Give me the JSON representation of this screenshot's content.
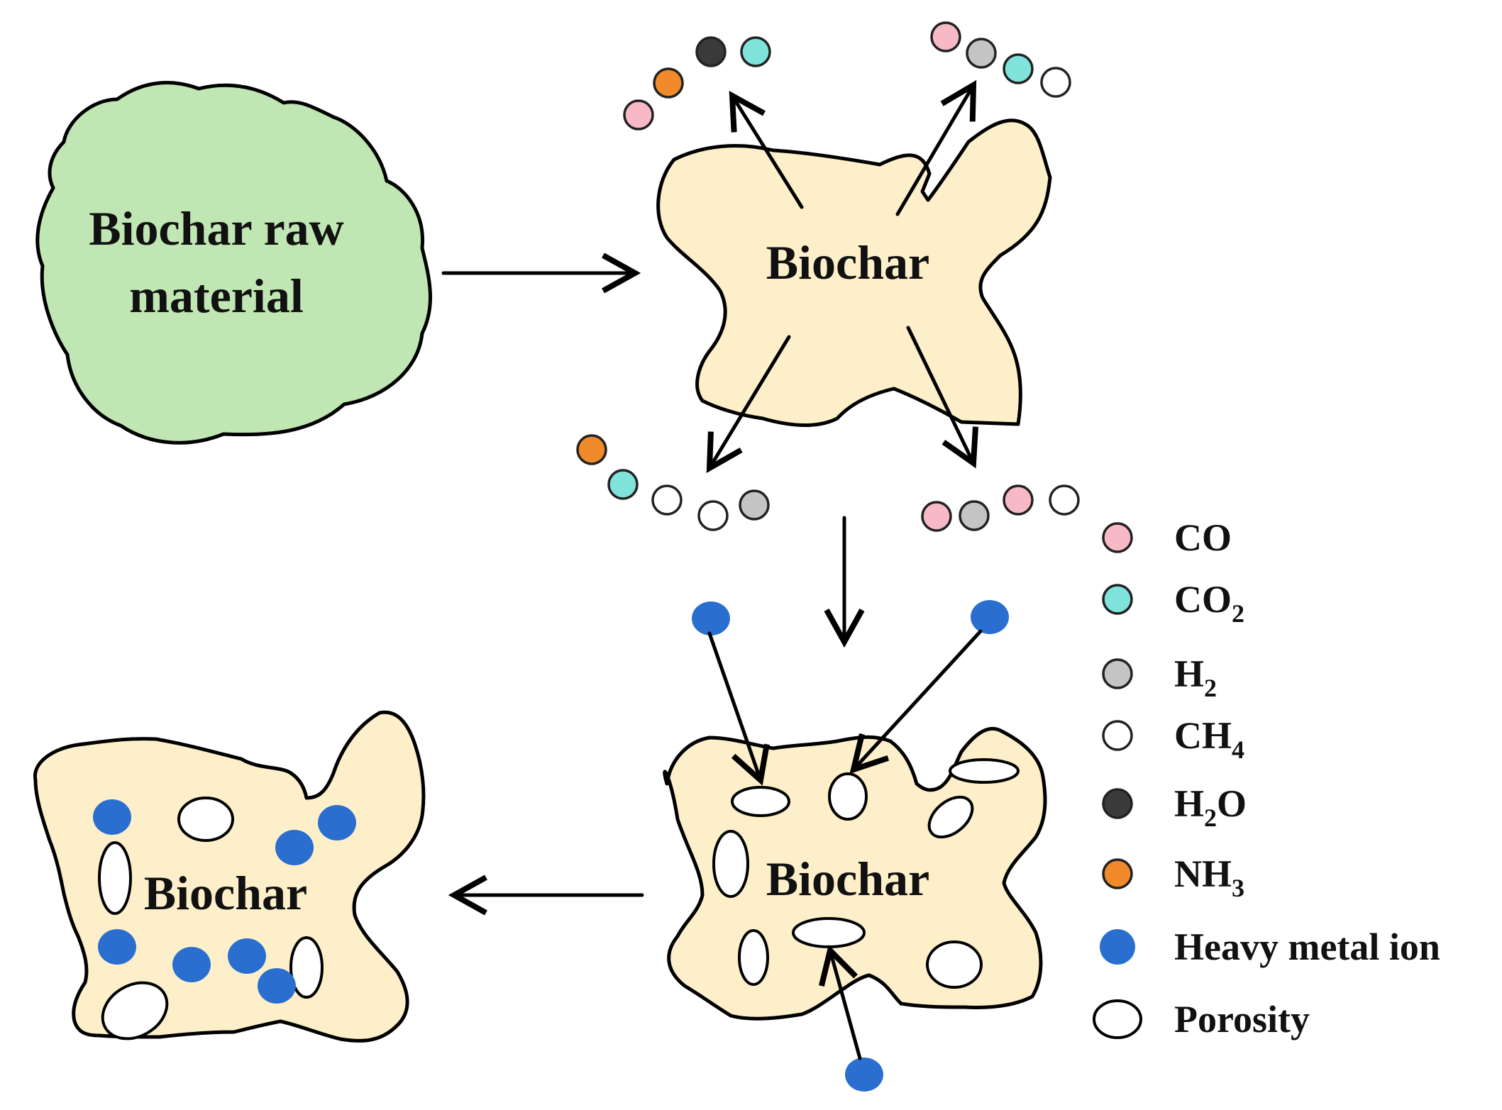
{
  "labels": {
    "raw": [
      "Biochar raw",
      "material"
    ],
    "biochar_top": "Biochar",
    "biochar_mid": "Biochar",
    "biochar_left": "Biochar"
  },
  "legend": [
    {
      "key": "co",
      "label": "CO",
      "sub": "",
      "shape": "circle",
      "color": "#f7b9c5"
    },
    {
      "key": "co2",
      "label": "CO",
      "sub": "2",
      "shape": "circle",
      "color": "#7fe3dc"
    },
    {
      "key": "h2",
      "label": "H",
      "sub": "2",
      "shape": "circle",
      "color": "#c4c4c4"
    },
    {
      "key": "ch4",
      "label": "CH",
      "sub": "4",
      "shape": "circle",
      "color": "#ffffff"
    },
    {
      "key": "h2o",
      "label": "H",
      "sub": "2",
      "tail": "O",
      "shape": "circle",
      "color": "#3a3a3a"
    },
    {
      "key": "nh3",
      "label": "NH",
      "sub": "3",
      "shape": "circle",
      "color": "#f08a2a"
    },
    {
      "key": "metal",
      "label": "Heavy metal ion",
      "sub": "",
      "shape": "circle",
      "color": "#2a6fd0"
    },
    {
      "key": "pore",
      "label": "Porosity",
      "sub": "",
      "shape": "ellipse",
      "color": "#ffffff"
    }
  ],
  "colors": {
    "raw_fill": "#bfe6b3",
    "biochar_fill": "#fdefc9",
    "metal": "#2a6fd0"
  }
}
